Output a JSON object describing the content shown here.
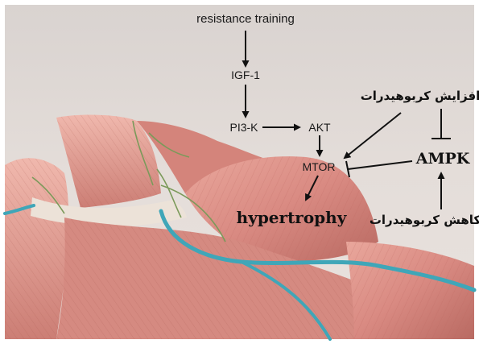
{
  "diagram": {
    "nodes": {
      "resistance_training": "resistance training",
      "igf1": "IGF-1",
      "pi3k": "PI3-K",
      "akt": "AKT",
      "mtor": "MTOR",
      "hypertrophy": "hypertrophy",
      "ampk": "AMPK",
      "increase_carbs": "افزایش کربوهیدرات",
      "decrease_carbs": "کاهش کربوهیدرات"
    },
    "edges": [
      {
        "from": "resistance_training",
        "to": "igf1",
        "kind": "activates"
      },
      {
        "from": "igf1",
        "to": "pi3k",
        "kind": "activates"
      },
      {
        "from": "pi3k",
        "to": "akt",
        "kind": "activates"
      },
      {
        "from": "akt",
        "to": "mtor",
        "kind": "activates"
      },
      {
        "from": "mtor",
        "to": "hypertrophy",
        "kind": "activates"
      },
      {
        "from": "increase_carbs",
        "to": "mtor",
        "kind": "activates"
      },
      {
        "from": "increase_carbs",
        "to": "ampk",
        "kind": "inhibits"
      },
      {
        "from": "decrease_carbs",
        "to": "ampk",
        "kind": "activates"
      },
      {
        "from": "ampk",
        "to": "mtor",
        "kind": "inhibits"
      }
    ]
  },
  "colors": {
    "background_top": "#ddd8d5",
    "background_mid": "#e6dfdb",
    "muscle": "#d98a82",
    "muscle_dark": "#b86b63",
    "muscle_light": "#efb7ac",
    "tendon": "#e9ddd3",
    "vessel_blue": "#3fa6b8",
    "nerve_green": "#7b9a5a",
    "arrow": "#111111"
  }
}
